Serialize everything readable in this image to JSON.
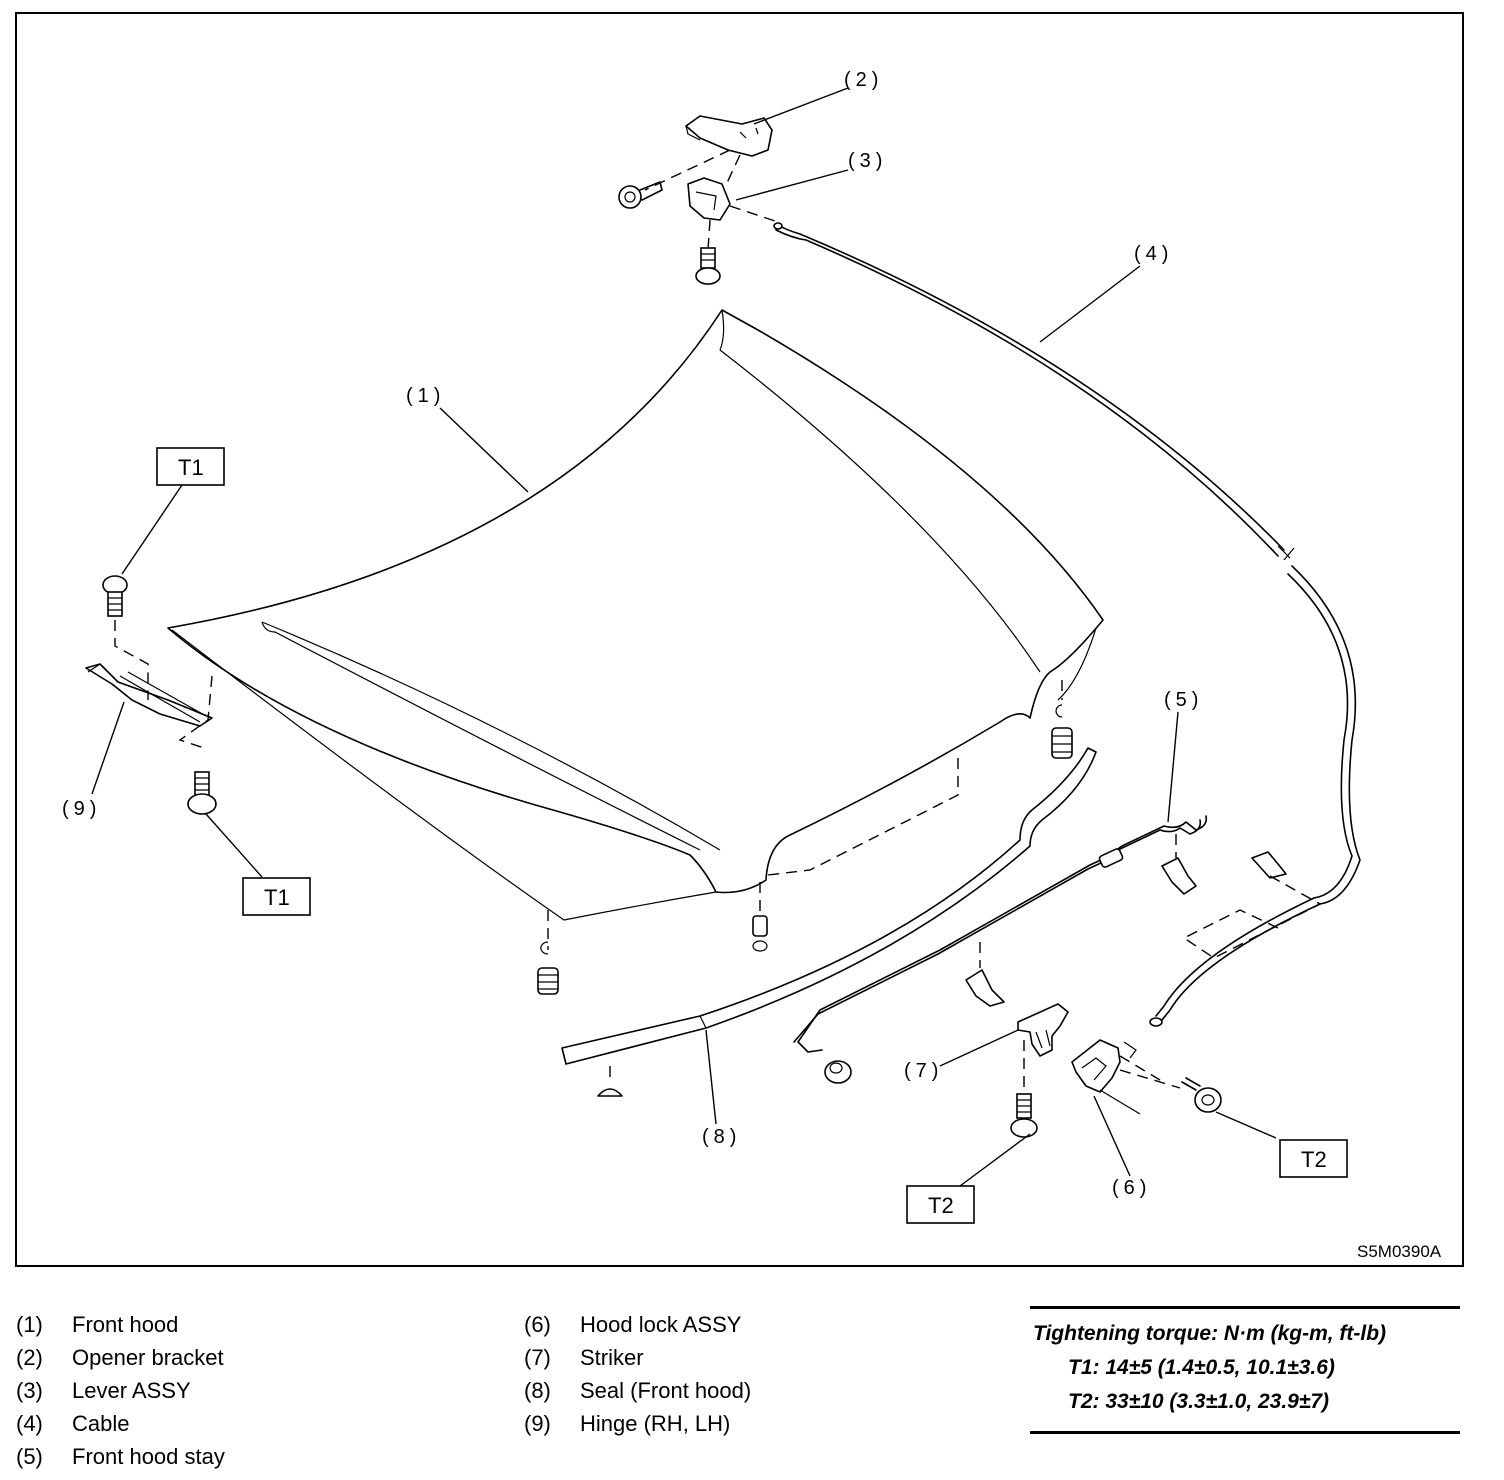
{
  "diagram": {
    "callouts": {
      "c1": "(1)",
      "c2": "(2)",
      "c3": "(3)",
      "c4": "(4)",
      "c5": "(5)",
      "c6": "(6)",
      "c7": "(7)",
      "c8": "(8)",
      "c9": "(9)"
    },
    "torque_tags": {
      "t1_top": "T1",
      "t1_bottom": "T1",
      "t2_left": "T2",
      "t2_right": "T2"
    },
    "figure_code": "S5M0390A"
  },
  "legend": {
    "left": [
      {
        "num": "(1)",
        "label": "Front hood"
      },
      {
        "num": "(2)",
        "label": "Opener bracket"
      },
      {
        "num": "(3)",
        "label": "Lever ASSY"
      },
      {
        "num": "(4)",
        "label": "Cable"
      },
      {
        "num": "(5)",
        "label": "Front hood stay"
      }
    ],
    "right": [
      {
        "num": "(6)",
        "label": "Hood lock ASSY"
      },
      {
        "num": "(7)",
        "label": "Striker"
      },
      {
        "num": "(8)",
        "label": "Seal (Front hood)"
      },
      {
        "num": "(9)",
        "label": "Hinge (RH, LH)"
      }
    ]
  },
  "torque": {
    "title": "Tightening torque: N·m (kg-m, ft-lb)",
    "t1": "T1: 14±5 (1.4±0.5, 10.1±3.6)",
    "t2": "T2: 33±10 (3.3±1.0, 23.9±7)"
  }
}
